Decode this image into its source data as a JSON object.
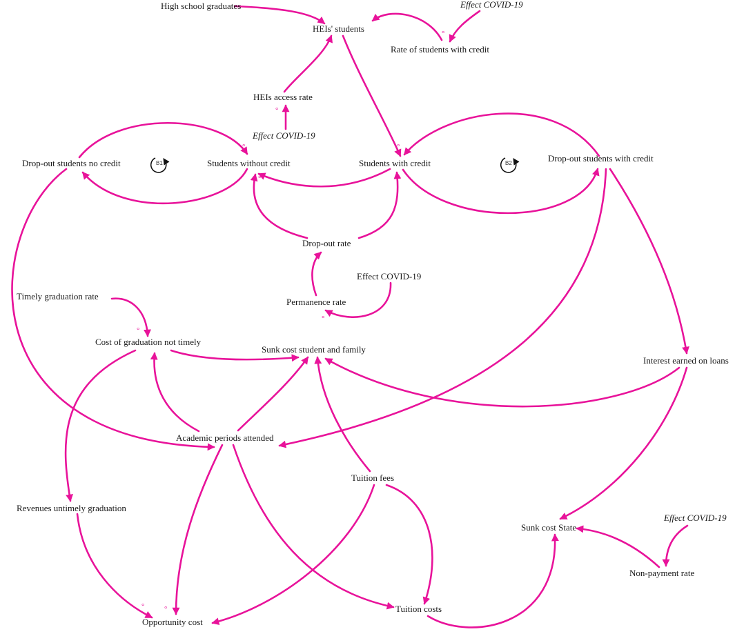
{
  "colors": {
    "edge": "#e8139a",
    "text": "#1a1a1a",
    "loop": "#111111"
  },
  "nodes": [
    {
      "id": "high_school_graduates",
      "label": "High school graduates",
      "italic": false
    },
    {
      "id": "heis_students",
      "label": "HEIs' students",
      "italic": false
    },
    {
      "id": "effect_covid_top",
      "label": "Effect COVID-19",
      "italic": true
    },
    {
      "id": "rate_students_credit",
      "label": "Rate of students with credit",
      "italic": false
    },
    {
      "id": "heis_access_rate",
      "label": "HEIs access rate",
      "italic": false
    },
    {
      "id": "effect_covid_access",
      "label": "Effect COVID-19",
      "italic": true
    },
    {
      "id": "dropout_no_credit",
      "label": "Drop-out students no credit",
      "italic": false
    },
    {
      "id": "students_without_credit",
      "label": "Students without credit",
      "italic": false
    },
    {
      "id": "students_with_credit",
      "label": "Students with credit",
      "italic": false
    },
    {
      "id": "dropout_with_credit",
      "label": "Drop-out students with credit",
      "italic": false
    },
    {
      "id": "dropout_rate",
      "label": "Drop-out rate",
      "italic": false
    },
    {
      "id": "effect_covid_perm",
      "label": "Effect COVID-19",
      "italic": false
    },
    {
      "id": "permanence_rate",
      "label": "Permanence rate",
      "italic": false
    },
    {
      "id": "timely_graduation_rate",
      "label": "Timely graduation rate",
      "italic": false
    },
    {
      "id": "cost_graduation_not_timely",
      "label": "Cost of graduation not timely",
      "italic": false
    },
    {
      "id": "sunk_cost_student_family",
      "label": "Sunk cost student and family",
      "italic": false
    },
    {
      "id": "interest_earned_loans",
      "label": "Interest earned on loans",
      "italic": false
    },
    {
      "id": "academic_periods_attended",
      "label": "Academic periods attended",
      "italic": false
    },
    {
      "id": "tuition_fees",
      "label": "Tuition fees",
      "italic": false
    },
    {
      "id": "revenues_untimely_graduation",
      "label": "Revenues untimely graduation",
      "italic": false
    },
    {
      "id": "sunk_cost_state",
      "label": "Sunk cost State",
      "italic": false
    },
    {
      "id": "effect_covid_nonpay",
      "label": "Effect COVID-19",
      "italic": true
    },
    {
      "id": "non_payment_rate",
      "label": "Non-payment rate",
      "italic": false
    },
    {
      "id": "opportunity_cost",
      "label": "Opportunity cost",
      "italic": false
    },
    {
      "id": "tuition_costs",
      "label": "Tuition costs",
      "italic": false
    }
  ],
  "polarity_marks": [
    {
      "label": "°"
    },
    {
      "label": "°"
    },
    {
      "label": "°"
    },
    {
      "label": "°"
    },
    {
      "label": "°"
    },
    {
      "label": "°"
    },
    {
      "label": "°"
    },
    {
      "label": "°"
    }
  ],
  "loops": [
    {
      "id": "b1",
      "label": "B1"
    },
    {
      "id": "b2",
      "label": "B2"
    }
  ]
}
